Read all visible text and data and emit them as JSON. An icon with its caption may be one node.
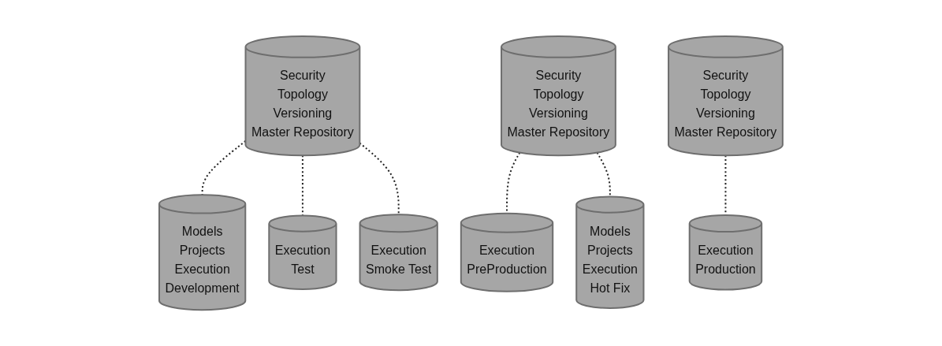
{
  "diagram": {
    "nodes": [
      {
        "text": [
          "Security",
          "Topology",
          "Versioning",
          "Master Repository"
        ]
      },
      {
        "text": [
          "Security",
          "Topology",
          "Versioning",
          "Master Repository"
        ]
      },
      {
        "text": [
          "Security",
          "Topology",
          "Versioning",
          "Master Repository"
        ]
      },
      {
        "text": [
          "Models",
          "Projects",
          "Execution",
          "Development"
        ]
      },
      {
        "text": [
          "Execution",
          "Test"
        ]
      },
      {
        "text": [
          "Execution",
          "Smoke Test"
        ]
      },
      {
        "text": [
          "Execution",
          "PreProduction"
        ]
      },
      {
        "text": [
          "Models",
          "Projects",
          "Execution",
          "Hot Fix"
        ]
      },
      {
        "text": [
          "Execution",
          "Production"
        ]
      }
    ],
    "edges": [
      {
        "from": 0,
        "to": 3,
        "arrow": "none",
        "style": "dashed"
      },
      {
        "from": 0,
        "to": 4,
        "arrow": "none",
        "style": "dashed"
      },
      {
        "from": 0,
        "to": 5,
        "arrow": "none",
        "style": "dashed"
      },
      {
        "from": 1,
        "to": 6,
        "arrow": "none",
        "style": "dashed"
      },
      {
        "from": 1,
        "to": 7,
        "arrow": "none",
        "style": "dashed"
      },
      {
        "from": 2,
        "to": 8,
        "arrow": "none",
        "style": "dashed"
      }
    ]
  }
}
